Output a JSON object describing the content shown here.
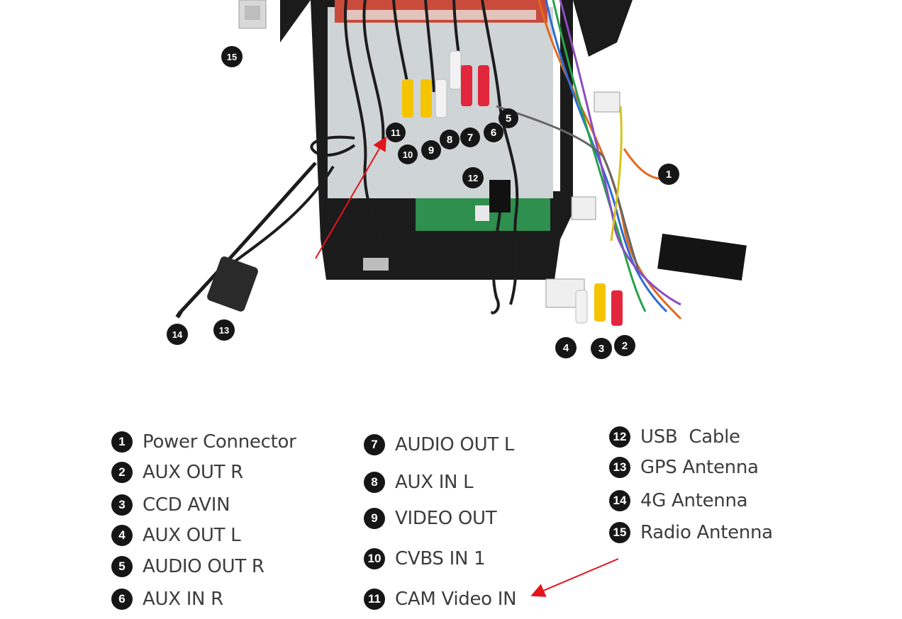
{
  "colors": {
    "accent_arrow": "#e3141b",
    "badge": "#161616",
    "text": "#3d3d3d",
    "rca_yellow": "#f5c400",
    "rca_white": "#f2f2f2",
    "rca_red": "#e2263c",
    "pcb_green": "#2f8f4e",
    "unit_gray": "#cfd4d6",
    "unit_frame": "#1b1b1b"
  },
  "callouts": [
    "1",
    "2",
    "3",
    "4",
    "5",
    "6",
    "7",
    "8",
    "9",
    "10",
    "11",
    "12",
    "13",
    "14",
    "15"
  ],
  "legend": [
    {
      "num": "1",
      "text": "Power Connector"
    },
    {
      "num": "2",
      "text": "AUX OUT R"
    },
    {
      "num": "3",
      "text": "CCD AVIN"
    },
    {
      "num": "4",
      "text": "AUX OUT L"
    },
    {
      "num": "5",
      "text": "AUDIO OUT R"
    },
    {
      "num": "6",
      "text": "AUX IN R"
    },
    {
      "num": "7",
      "text": "AUDIO OUT L"
    },
    {
      "num": "8",
      "text": "AUX IN L"
    },
    {
      "num": "9",
      "text": "VIDEO OUT"
    },
    {
      "num": "10",
      "text": "CVBS IN 1"
    },
    {
      "num": "11",
      "text": "CAM Video IN"
    },
    {
      "num": "12",
      "text": "USB  Cable"
    },
    {
      "num": "13",
      "text": "GPS Antenna"
    },
    {
      "num": "14",
      "text": "4G Antenna"
    },
    {
      "num": "15",
      "text": "Radio Antenna"
    }
  ]
}
